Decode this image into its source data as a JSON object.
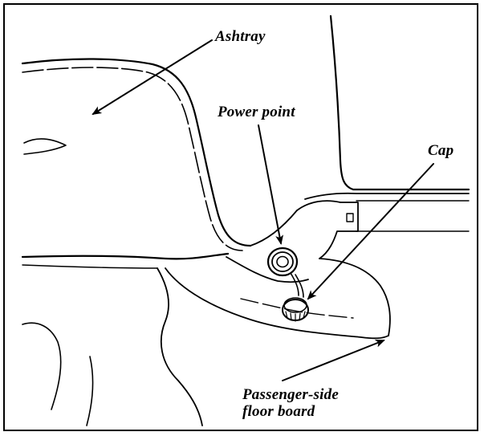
{
  "diagram": {
    "labels": {
      "ashtray": "Ashtray",
      "power_point": "Power point",
      "cap": "Cap",
      "floor_board_line1": "Passenger-side",
      "floor_board_line2": "floor board"
    },
    "colors": {
      "ink": "#000000",
      "paper": "#ffffff"
    }
  }
}
